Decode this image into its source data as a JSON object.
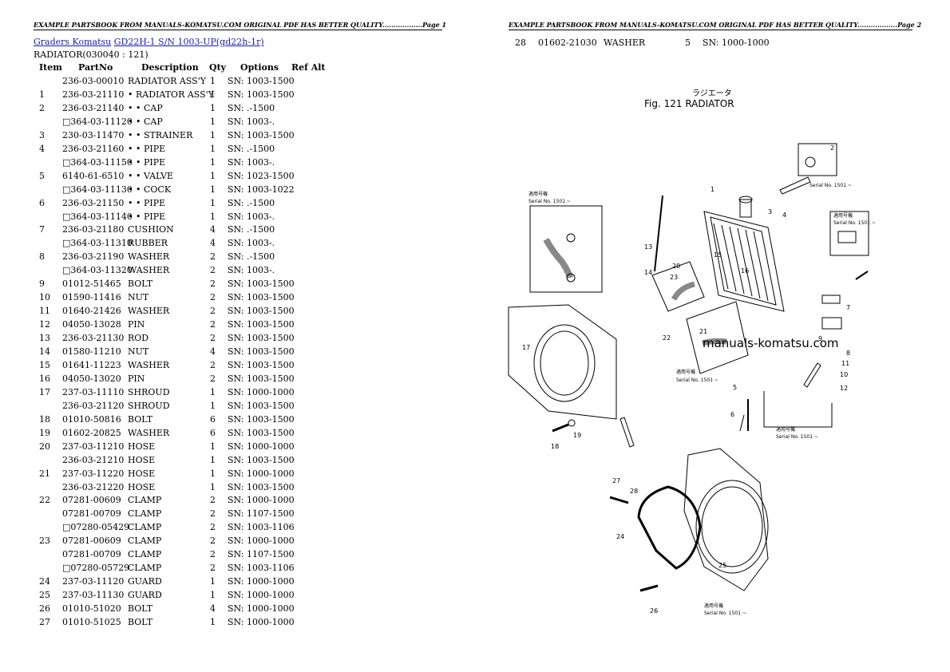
{
  "left_page": {
    "header": "EXAMPLE PARTSBOOK FROM MANUALS-KOMATSU.COM ORIGINAL PDF HAS BETTER QUALITY..................Page 1",
    "breadcrumb": {
      "link1": "Graders Komatsu",
      "link2": "GD22H-1 S/N 1003-UP(gd22h-1r)"
    },
    "subtitle": "RADIATOR(030040 : 121)",
    "columns": {
      "item": "Item",
      "partno": "PartNo",
      "description": "Description",
      "qty": "Qty",
      "options": "Options",
      "refalt": "Ref Alt"
    },
    "rows": [
      {
        "item": "",
        "partno": "236-03-00010",
        "desc": "RADIATOR ASS'Y",
        "qty": "1",
        "opt": "SN: 1003-1500"
      },
      {
        "item": "1",
        "partno": "236-03-21110",
        "desc": "• RADIATOR ASS'Y",
        "qty": "1",
        "opt": "SN: 1003-1500"
      },
      {
        "item": "2",
        "partno": "236-03-21140",
        "desc": "• • CAP",
        "qty": "1",
        "opt": "SN: .-1500"
      },
      {
        "item": "",
        "partno": "□364-03-11120",
        "desc": "• • CAP",
        "qty": "1",
        "opt": "SN: 1003-."
      },
      {
        "item": "3",
        "partno": "230-03-11470",
        "desc": "• • STRAINER",
        "qty": "1",
        "opt": "SN: 1003-1500"
      },
      {
        "item": "4",
        "partno": "236-03-21160",
        "desc": "• • PIPE",
        "qty": "1",
        "opt": "SN: .-1500"
      },
      {
        "item": "",
        "partno": "□364-03-11150",
        "desc": "• • PIPE",
        "qty": "1",
        "opt": "SN: 1003-."
      },
      {
        "item": "5",
        "partno": "6140-61-6510",
        "desc": "• • VALVE",
        "qty": "1",
        "opt": "SN: 1023-1500"
      },
      {
        "item": "",
        "partno": "□364-03-11130",
        "desc": "• • COCK",
        "qty": "1",
        "opt": "SN: 1003-1022"
      },
      {
        "item": "6",
        "partno": "236-03-21150",
        "desc": "• • PIPE",
        "qty": "1",
        "opt": "SN: .-1500"
      },
      {
        "item": "",
        "partno": "□364-03-11140",
        "desc": "• • PIPE",
        "qty": "1",
        "opt": "SN: 1003-."
      },
      {
        "item": "7",
        "partno": "236-03-21180",
        "desc": "CUSHION",
        "qty": "4",
        "opt": "SN: .-1500"
      },
      {
        "item": "",
        "partno": "□364-03-11310",
        "desc": "RUBBER",
        "qty": "4",
        "opt": "SN: 1003-."
      },
      {
        "item": "8",
        "partno": "236-03-21190",
        "desc": "WASHER",
        "qty": "2",
        "opt": "SN: .-1500"
      },
      {
        "item": "",
        "partno": "□364-03-11320",
        "desc": "WASHER",
        "qty": "2",
        "opt": "SN: 1003-."
      },
      {
        "item": "9",
        "partno": "01012-51465",
        "desc": "BOLT",
        "qty": "2",
        "opt": "SN: 1003-1500"
      },
      {
        "item": "10",
        "partno": "01590-11416",
        "desc": "NUT",
        "qty": "2",
        "opt": "SN: 1003-1500"
      },
      {
        "item": "11",
        "partno": "01640-21426",
        "desc": "WASHER",
        "qty": "2",
        "opt": "SN: 1003-1500"
      },
      {
        "item": "12",
        "partno": "04050-13028",
        "desc": "PIN",
        "qty": "2",
        "opt": "SN: 1003-1500"
      },
      {
        "item": "13",
        "partno": "236-03-21130",
        "desc": "ROD",
        "qty": "2",
        "opt": "SN: 1003-1500"
      },
      {
        "item": "14",
        "partno": "01580-11210",
        "desc": "NUT",
        "qty": "4",
        "opt": "SN: 1003-1500"
      },
      {
        "item": "15",
        "partno": "01641-11223",
        "desc": "WASHER",
        "qty": "2",
        "opt": "SN: 1003-1500"
      },
      {
        "item": "16",
        "partno": "04050-13020",
        "desc": "PIN",
        "qty": "2",
        "opt": "SN: 1003-1500"
      },
      {
        "item": "17",
        "partno": "237-03-11110",
        "desc": "SHROUD",
        "qty": "1",
        "opt": "SN: 1000-1000"
      },
      {
        "item": "",
        "partno": "236-03-21120",
        "desc": "SHROUD",
        "qty": "1",
        "opt": "SN: 1003-1500"
      },
      {
        "item": "18",
        "partno": "01010-50816",
        "desc": "BOLT",
        "qty": "6",
        "opt": "SN: 1003-1500"
      },
      {
        "item": "19",
        "partno": "01602-20825",
        "desc": "WASHER",
        "qty": "6",
        "opt": "SN: 1003-1500"
      },
      {
        "item": "20",
        "partno": "237-03-11210",
        "desc": "HOSE",
        "qty": "1",
        "opt": "SN: 1000-1000"
      },
      {
        "item": "",
        "partno": "236-03-21210",
        "desc": "HOSE",
        "qty": "1",
        "opt": "SN: 1003-1500"
      },
      {
        "item": "21",
        "partno": "237-03-11220",
        "desc": "HOSE",
        "qty": "1",
        "opt": "SN: 1000-1000"
      },
      {
        "item": "",
        "partno": "236-03-21220",
        "desc": "HOSE",
        "qty": "1",
        "opt": "SN: 1003-1500"
      },
      {
        "item": "22",
        "partno": "07281-00609",
        "desc": "CLAMP",
        "qty": "2",
        "opt": "SN: 1000-1000"
      },
      {
        "item": "",
        "partno": "07281-00709",
        "desc": "CLAMP",
        "qty": "2",
        "opt": "SN: 1107-1500"
      },
      {
        "item": "",
        "partno": "□07280-05429",
        "desc": "CLAMP",
        "qty": "2",
        "opt": "SN: 1003-1106"
      },
      {
        "item": "23",
        "partno": "07281-00609",
        "desc": "CLAMP",
        "qty": "2",
        "opt": "SN: 1000-1000"
      },
      {
        "item": "",
        "partno": "07281-00709",
        "desc": "CLAMP",
        "qty": "2",
        "opt": "SN: 1107-1500"
      },
      {
        "item": "",
        "partno": "□07280-05729",
        "desc": "CLAMP",
        "qty": "2",
        "opt": "SN: 1003-1106"
      },
      {
        "item": "24",
        "partno": "237-03-11120",
        "desc": "GUARD",
        "qty": "1",
        "opt": "SN: 1000-1000"
      },
      {
        "item": "25",
        "partno": "237-03-11130",
        "desc": "GUARD",
        "qty": "1",
        "opt": "SN: 1000-1000"
      },
      {
        "item": "26",
        "partno": "01010-51020",
        "desc": "BOLT",
        "qty": "4",
        "opt": "SN: 1000-1000"
      },
      {
        "item": "27",
        "partno": "01010-51025",
        "desc": "BOLT",
        "qty": "1",
        "opt": "SN: 1000-1000"
      }
    ]
  },
  "right_page": {
    "header": "EXAMPLE PARTSBOOK FROM MANUALS-KOMATSU.COM ORIGINAL PDF HAS BETTER QUALITY..................Page 2",
    "row": {
      "item": "28",
      "partno": "01602-21030",
      "desc": "WASHER",
      "qty": "5",
      "opt": "SN: 1000-1000"
    },
    "figure": {
      "jp_title": "ラジエータ",
      "title": "Fig. 121  RADIATOR",
      "watermark": "manuals-komatsu.com",
      "jp_apply": "適用号機",
      "serial_note": "Serial No. 1501 ~",
      "callouts": [
        "1",
        "2",
        "3",
        "4",
        "5",
        "6",
        "7",
        "8",
        "9",
        "10",
        "11",
        "12",
        "13",
        "14",
        "15",
        "16",
        "17",
        "18",
        "19",
        "20",
        "21",
        "22",
        "23",
        "24",
        "25",
        "26",
        "27",
        "28"
      ]
    }
  }
}
